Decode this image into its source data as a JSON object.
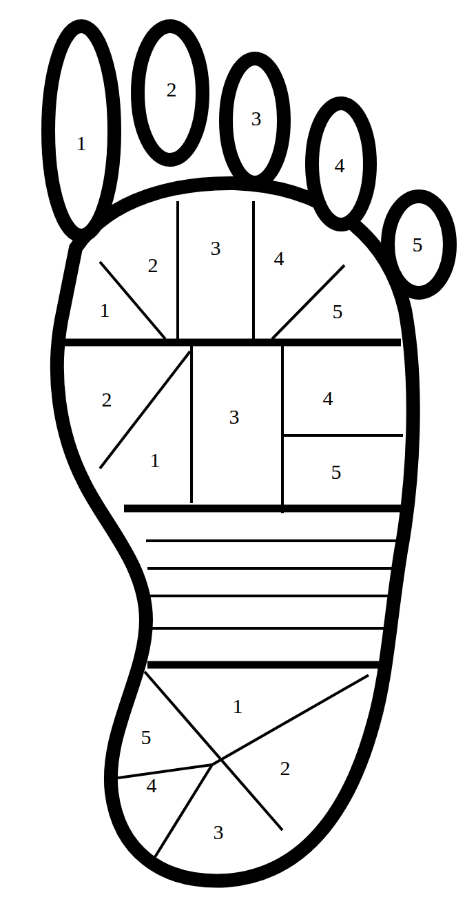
{
  "diagram": {
    "labels": [
      "1",
      "2",
      "3",
      "4",
      "5",
      "1",
      "2",
      "3",
      "4",
      "5",
      "2",
      "1",
      "3",
      "4",
      "5",
      "1",
      "5",
      "2",
      "4",
      "3"
    ]
  }
}
